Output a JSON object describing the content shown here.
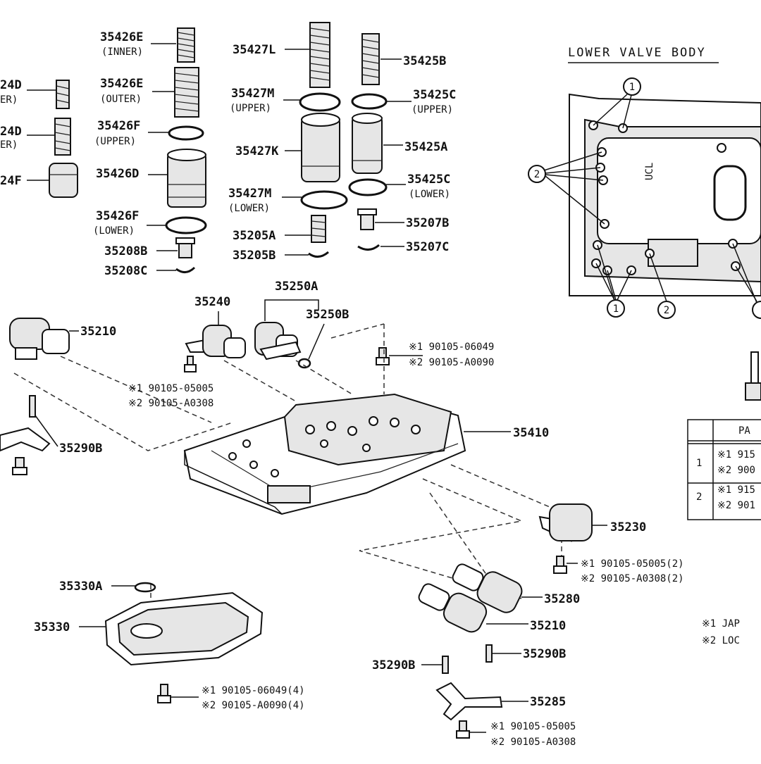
{
  "diagram": {
    "title": "LOWER VALVE BODY",
    "part_labels": {
      "p35426E_inner": "35426E",
      "p35426E_inner_sub": "(INNER)",
      "p35426E_outer": "35426E",
      "p35426E_outer_sub": "(OUTER)",
      "p35426F_upper": "35426F",
      "p35426F_upper_sub": "(UPPER)",
      "p35426D": "35426D",
      "p35426F_lower": "35426F",
      "p35426F_lower_sub": "(LOWER)",
      "p35208B": "35208B",
      "p35208C": "35208C",
      "p35427L": "35427L",
      "p35427M_upper": "35427M",
      "p35427M_upper_sub": "(UPPER)",
      "p35427K": "35427K",
      "p35427M_lower": "35427M",
      "p35427M_lower_sub": "(LOWER)",
      "p35205A": "35205A",
      "p35205B": "35205B",
      "p35425B": "35425B",
      "p35425C_upper": "35425C",
      "p35425C_upper_sub": "(UPPER)",
      "p35425A": "35425A",
      "p35425C_lower": "35425C",
      "p35425C_lower_sub": "(LOWER)",
      "p35207B": "35207B",
      "p35207C": "35207C",
      "p24D_1": "24D",
      "p24D_1_sub": "ER)",
      "p24D_2": "24D",
      "p24D_2_sub": "ER)",
      "p24F": "24F",
      "p35210_top": "35210",
      "p35240": "35240",
      "p35250A": "35250A",
      "p35250B": "35250B",
      "p35290B_left": "35290B",
      "p35410": "35410",
      "p35230": "35230",
      "p35330A": "35330A",
      "p35330": "35330",
      "p35280": "35280",
      "p35210_bottom": "35210",
      "p35290B_right": "35290B",
      "p35290B_mid": "35290B",
      "p35285": "35285"
    },
    "bolt_notes": {
      "n1a": "※1 90105-06049",
      "n1b": "※2 90105-A0090",
      "n2a": "※1 90105-05005",
      "n2b": "※2 90105-A0308",
      "n3a": "※1 90105-05005(2)",
      "n3b": "※2 90105-A0308(2)",
      "n4a": "※1 90105-06049(4)",
      "n4b": "※2 90105-A0090(4)",
      "n5a": "※1 90105-05005",
      "n5b": "※2 90105-A0308"
    },
    "callouts": {
      "c1": "1",
      "c2": "2"
    },
    "table": {
      "header": "PA",
      "rows": [
        {
          "no": "1",
          "line1": "※1 915",
          "line2": "※2 900"
        },
        {
          "no": "2",
          "line1": "※1 915",
          "line2": "※2 901"
        }
      ]
    },
    "legend": {
      "l1": "※1  JAP",
      "l2": "※2  LOC"
    },
    "logo_text": "UCL"
  }
}
